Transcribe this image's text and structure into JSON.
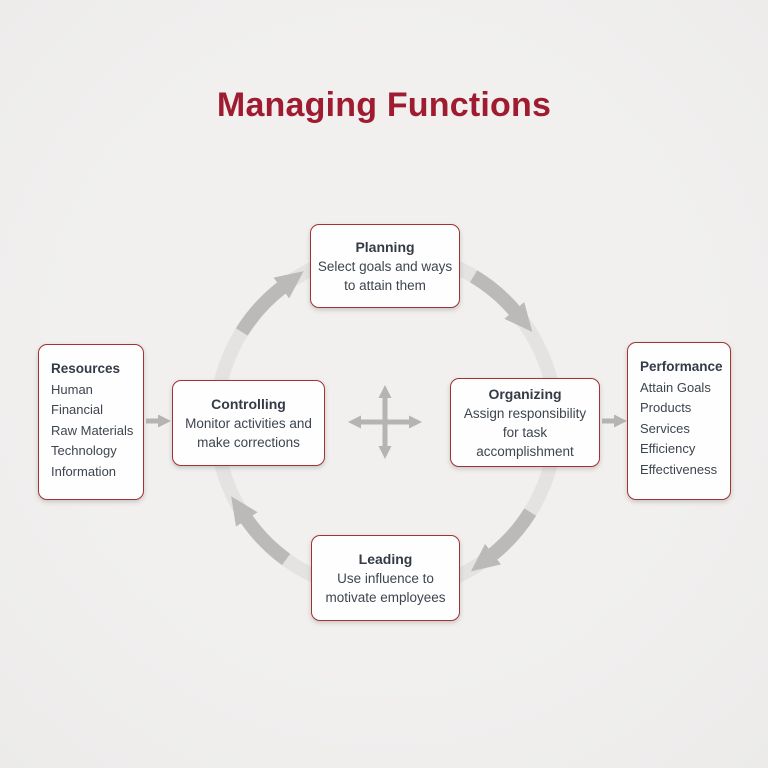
{
  "title": "Managing Functions",
  "colors": {
    "accent": "#9e1b30",
    "box-border": "#a23330",
    "box-bg": "#fefefe",
    "bg": "#f0efee",
    "ring": "#e4e3e2",
    "arrow": "#bcbab9",
    "arrow-small": "#b6b4b3",
    "heading-text": "#333b46",
    "body-text": "#3e454e"
  },
  "cycle": [
    {
      "title": "Planning",
      "description": "Select goals and ways\nto attain them"
    },
    {
      "title": "Organizing",
      "description": "Assign responsibility\nfor task\naccomplishment"
    },
    {
      "title": "Leading",
      "description": "Use influence to\nmotivate employees"
    },
    {
      "title": "Controlling",
      "description": "Monitor activities and\nmake corrections"
    }
  ],
  "inputs": {
    "title": "Resources",
    "items": [
      "Human",
      "Financial",
      "Raw Materials",
      "Technology",
      "Information"
    ]
  },
  "outputs": {
    "title": "Performance",
    "items": [
      "Attain Goals",
      "Products",
      "Services",
      "Efficiency",
      "Effectiveness"
    ]
  },
  "icons": {
    "center": "four-direction-move-arrows",
    "cycle_segment": "clockwise-arc-arrow",
    "connector": "right-arrow"
  }
}
